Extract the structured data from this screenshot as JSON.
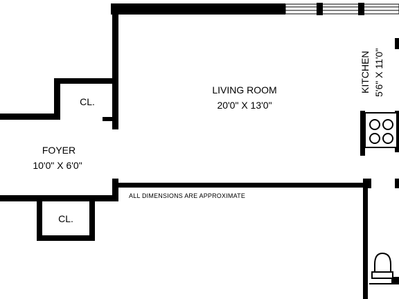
{
  "rooms": {
    "living_room": {
      "name": "LIVING ROOM",
      "dims": "20'0\" X 13'0\""
    },
    "foyer": {
      "name": "FOYER",
      "dims": "10'0\" X 6'0\""
    },
    "kitchen": {
      "name": "KITCHEN",
      "dims": "5'6\" X 11'0\""
    },
    "closet_upper": {
      "name": "CL."
    },
    "closet_lower": {
      "name": "CL."
    }
  },
  "note": "ALL DIMENSIONS ARE APPROXIMATE",
  "colors": {
    "wall": "#000000",
    "background": "#ffffff"
  }
}
